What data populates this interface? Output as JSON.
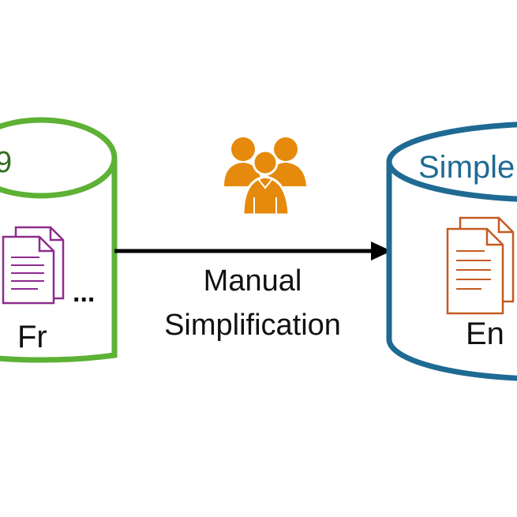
{
  "diagram": {
    "left_db": {
      "title_text": "9",
      "language_label": "Fr",
      "more_indicator": "...",
      "stroke_color": "#5db135",
      "document_color": "#8e2b8e",
      "title_color": "#2f6b1f"
    },
    "arrow": {
      "label_line1": "Manual",
      "label_line2": "Simplification",
      "color": "#000000"
    },
    "people": {
      "icon": "people-group-icon",
      "color": "#e58a0c"
    },
    "right_db": {
      "title_text": "Simple",
      "language_label": "En",
      "stroke_color": "#1f6a93",
      "document_color": "#c55a22",
      "title_color": "#1f6a93"
    }
  }
}
